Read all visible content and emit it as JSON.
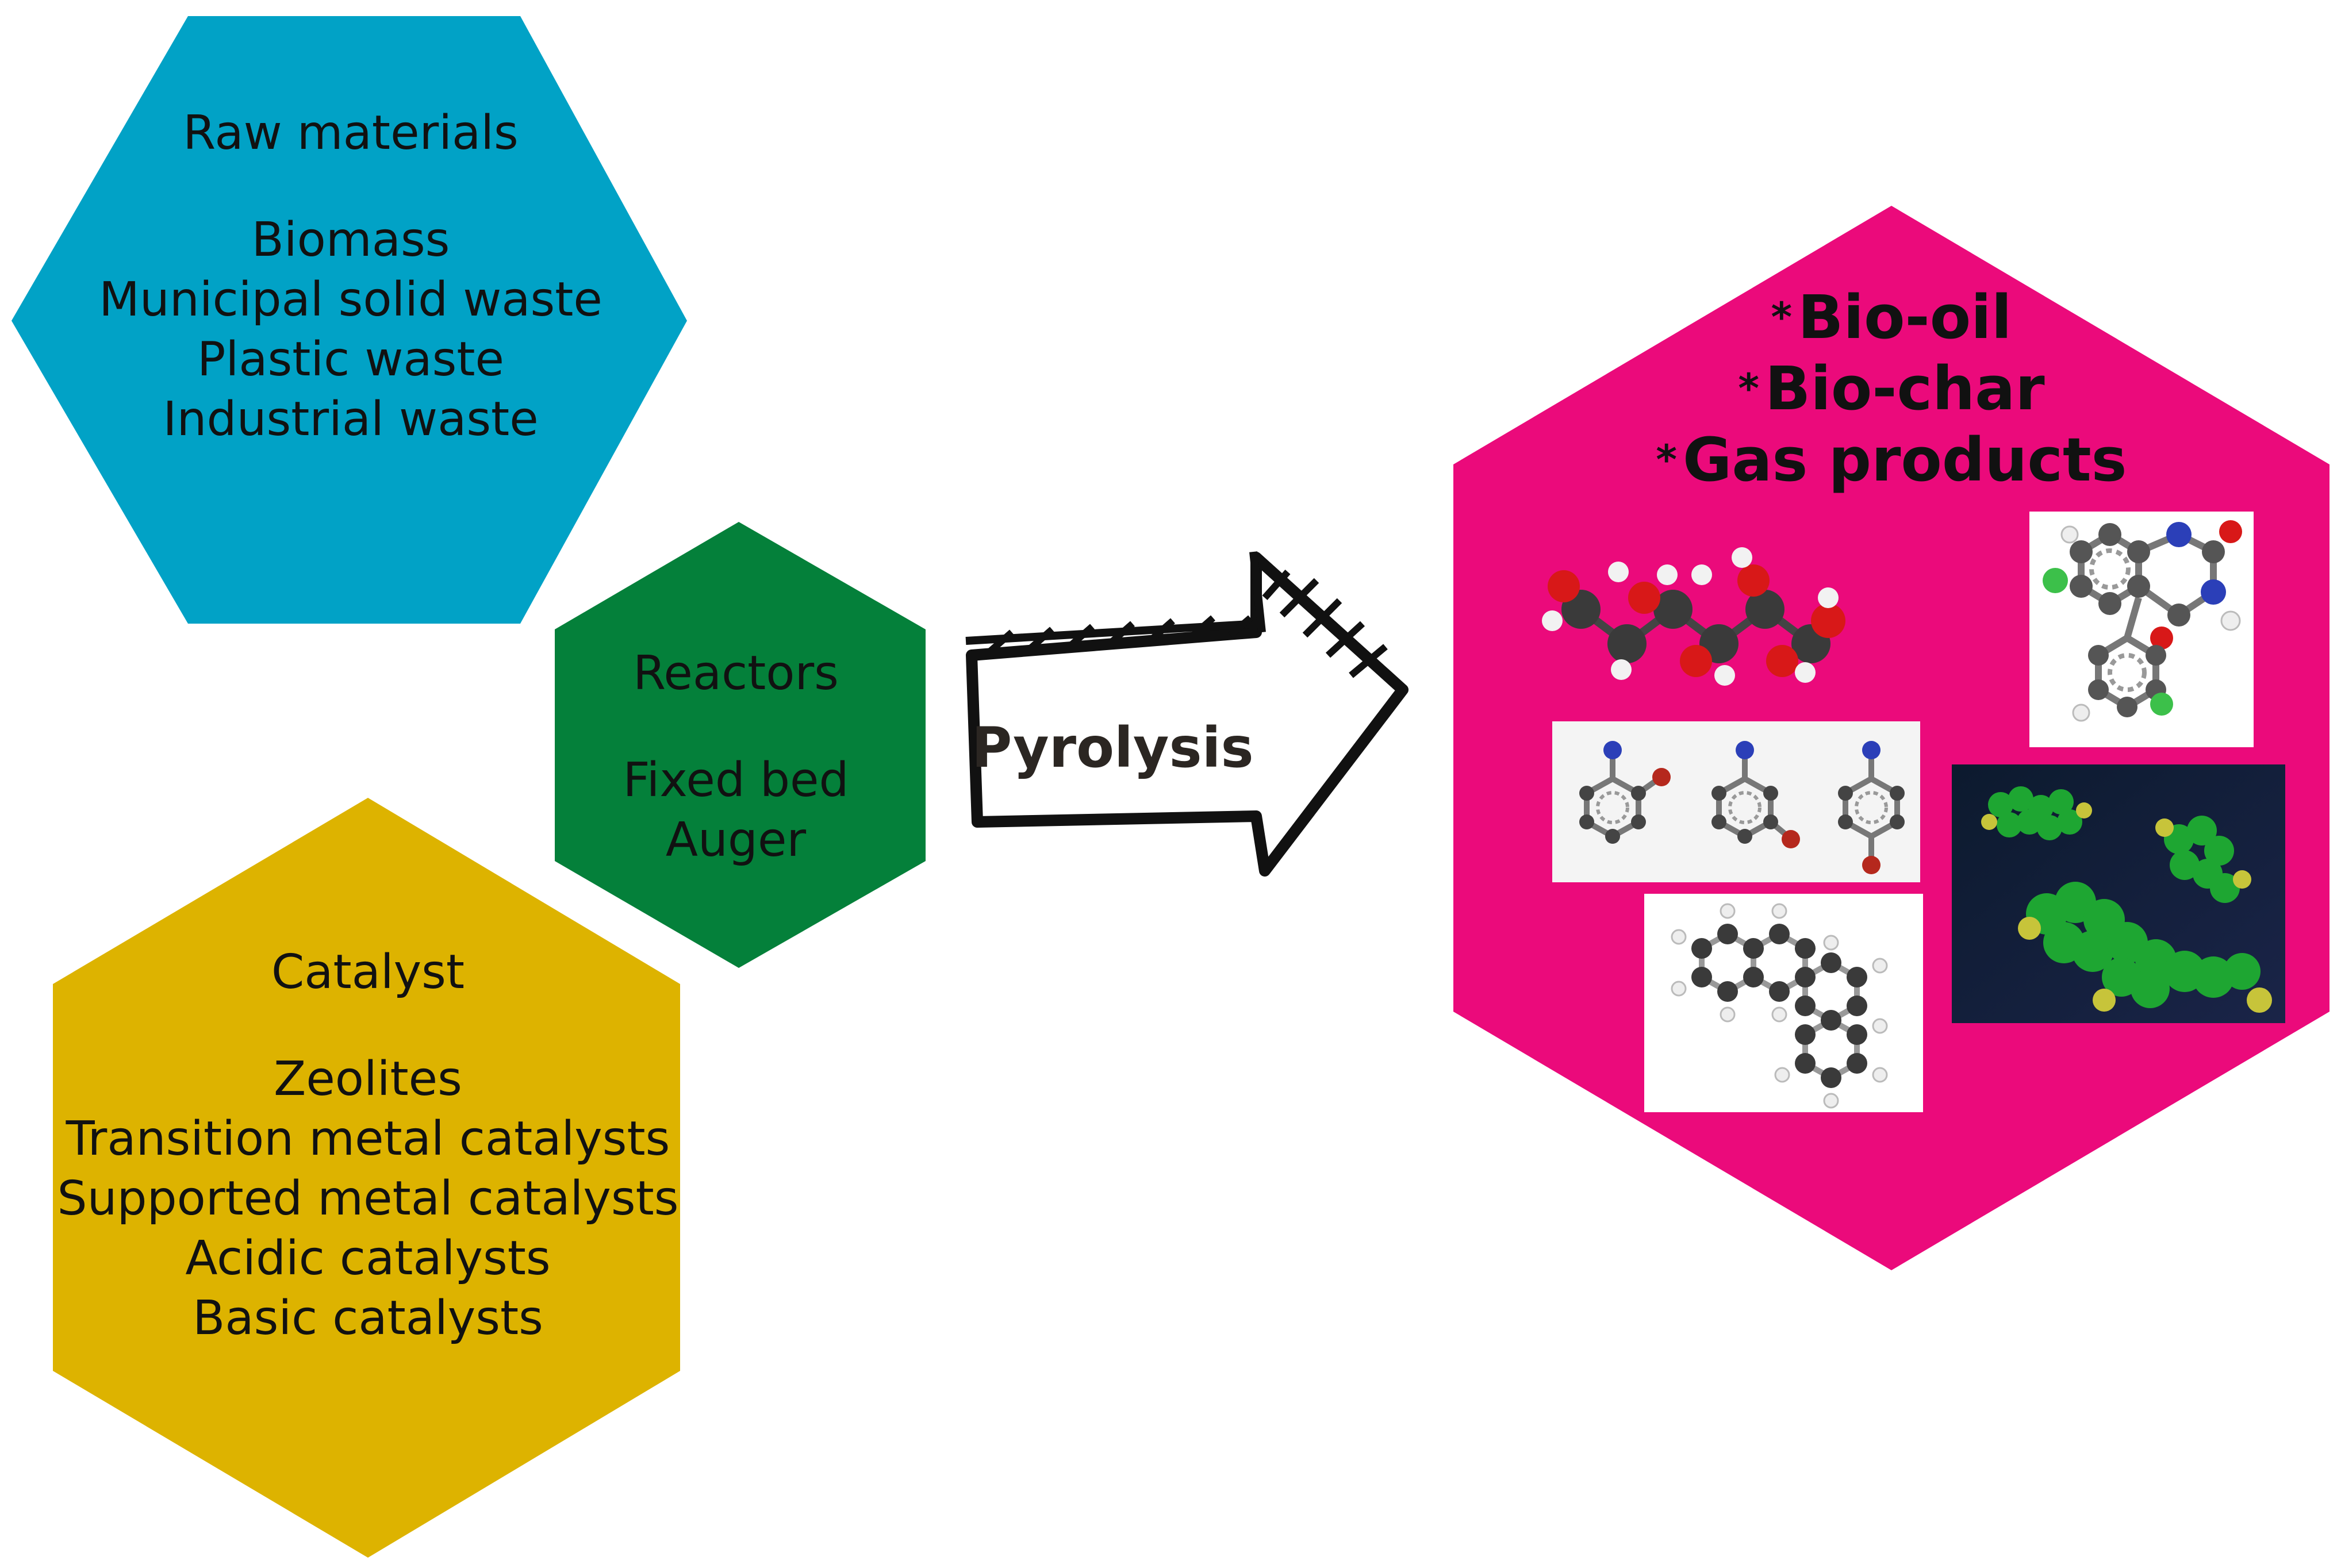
{
  "raw_materials": {
    "title": "Raw materials",
    "items": [
      "Biomass",
      "Municipal solid waste",
      "Plastic waste",
      "Industrial waste"
    ],
    "color": "#01A2C6"
  },
  "reactors": {
    "title": "Reactors",
    "items": [
      "Fixed bed",
      "Auger"
    ],
    "color": "#04803A"
  },
  "catalyst": {
    "title": "Catalyst",
    "items": [
      "Zeolites",
      "Transition metal catalysts",
      "Supported metal catalysts",
      "Acidic catalysts",
      "Basic catalysts"
    ],
    "color": "#DDB300"
  },
  "process": {
    "label": "Pyrolysis"
  },
  "products": {
    "items": [
      "Bio-oil",
      "Bio-char",
      "Gas products"
    ],
    "marker": "*",
    "color": "#EB0A7B"
  }
}
